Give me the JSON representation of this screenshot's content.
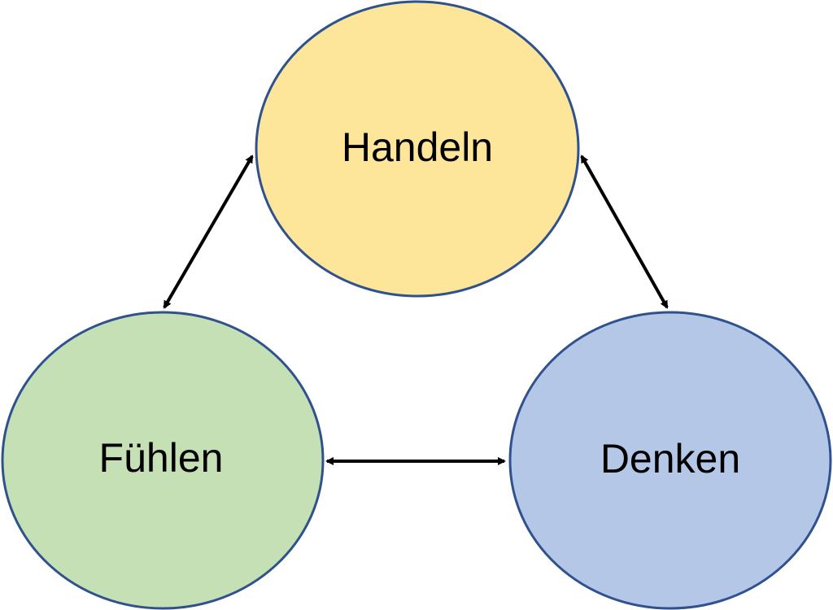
{
  "nodes": {
    "handeln": {
      "label": "Handeln",
      "fill": "#FDE59A",
      "stroke": "#2F528F"
    },
    "denken": {
      "label": "Denken",
      "fill": "#B4C7E7",
      "stroke": "#2F528F"
    },
    "fuehlen": {
      "label": "Fühlen",
      "fill": "#C5E0B4",
      "stroke": "#2F528F"
    }
  },
  "edges": [
    {
      "from": "handeln",
      "to": "fuehlen",
      "direction": "bidirectional"
    },
    {
      "from": "handeln",
      "to": "denken",
      "direction": "bidirectional"
    },
    {
      "from": "fuehlen",
      "to": "denken",
      "direction": "bidirectional"
    }
  ],
  "arrow_color": "#000000"
}
